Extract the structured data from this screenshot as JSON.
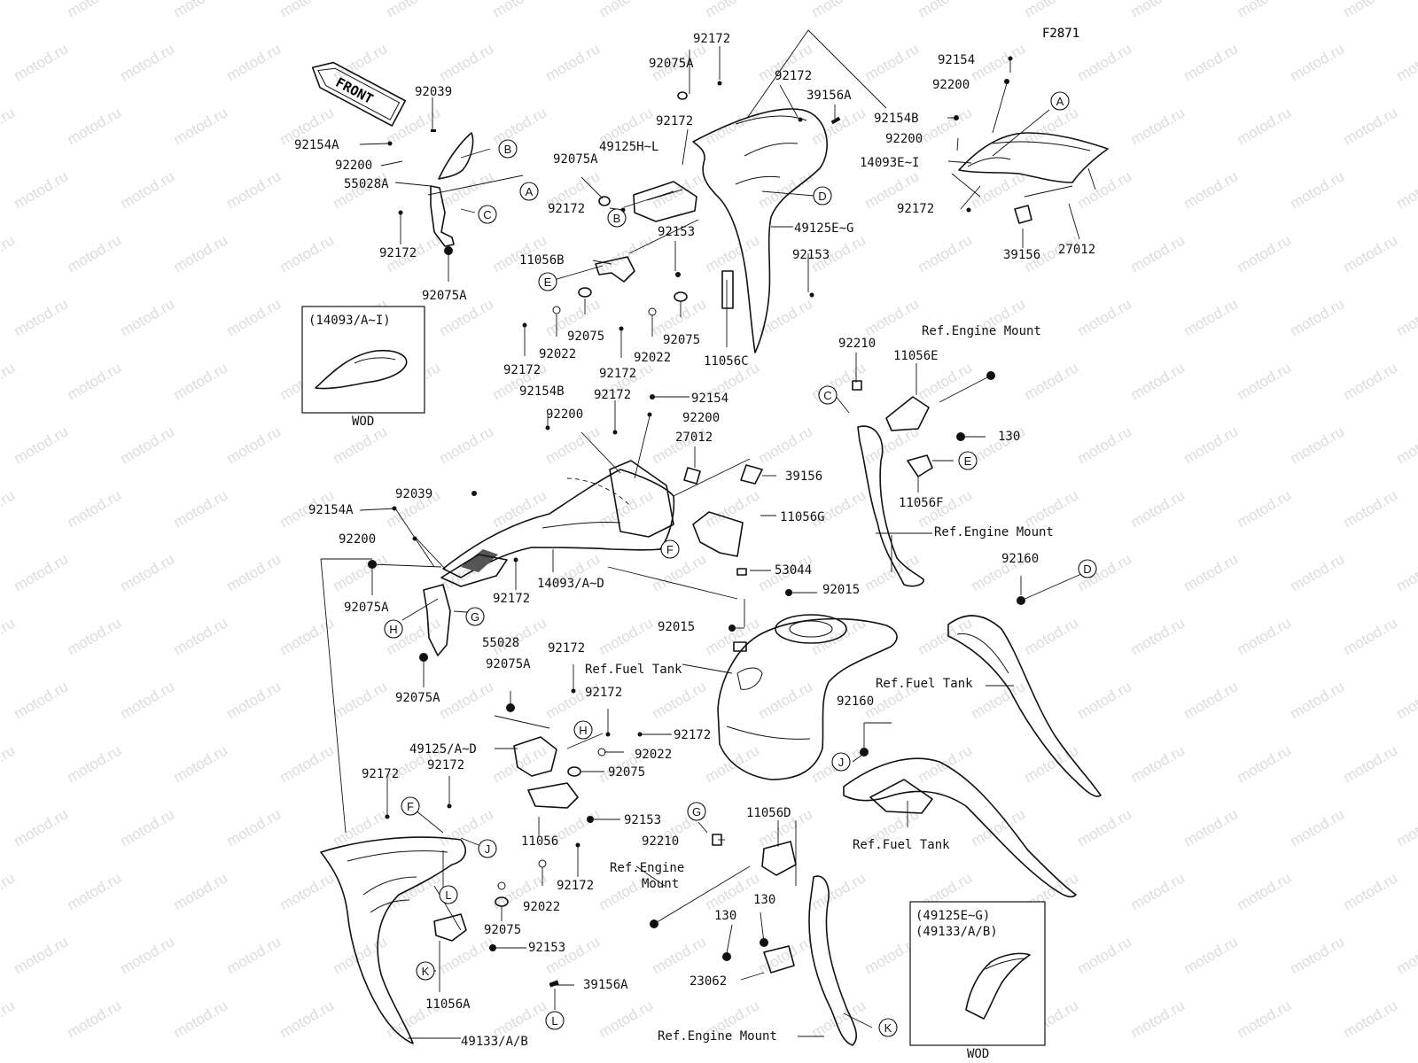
{
  "figure_code": "F2871",
  "front_label": "FRONT",
  "watermark_text": "motod.ru",
  "insets": {
    "top_left": {
      "title": "(14093/A~I)",
      "caption": "WOD"
    },
    "bottom_right": {
      "title_line1": "(49125E~G)",
      "title_line2": "(49133/A/B)",
      "caption": "WOD"
    }
  },
  "callouts": {
    "A": "A",
    "B": "B",
    "C": "C",
    "D": "D",
    "E": "E",
    "F": "F",
    "G": "G",
    "H": "H",
    "J": "J",
    "K": "K",
    "L": "L"
  },
  "parts": {
    "p92039": "92039",
    "p92154A": "92154A",
    "p92200": "92200",
    "p55028A": "55028A",
    "p92172": "92172",
    "p92075A": "92075A",
    "p92075": "92075",
    "p92022": "92022",
    "p49125HL": "49125H~L",
    "p92153": "92153",
    "p11056B": "11056B",
    "p11056C": "11056C",
    "p49125EG": "49125E~G",
    "p39156A": "39156A",
    "p92154": "92154",
    "p92154B": "92154B",
    "p14093EI": "14093E~I",
    "p39156": "39156",
    "p27012": "27012",
    "p92210": "92210",
    "p11056E": "11056E",
    "p130": "130",
    "p11056F": "11056F",
    "p11056G": "11056G",
    "p53044": "53044",
    "p14093AD": "14093/A~D",
    "p92015": "92015",
    "p55028": "55028",
    "p92160": "92160",
    "p49125AD": "49125/A~D",
    "p11056": "11056",
    "p11056D": "11056D",
    "p23062": "23062",
    "p11056A": "11056A",
    "p49133AB": "49133/A/B"
  },
  "refs": {
    "engine_mount": "Ref.Engine Mount",
    "engine_mount_l1": "Ref.Engine",
    "engine_mount_l2": "Mount",
    "fuel_tank": "Ref.Fuel Tank"
  }
}
